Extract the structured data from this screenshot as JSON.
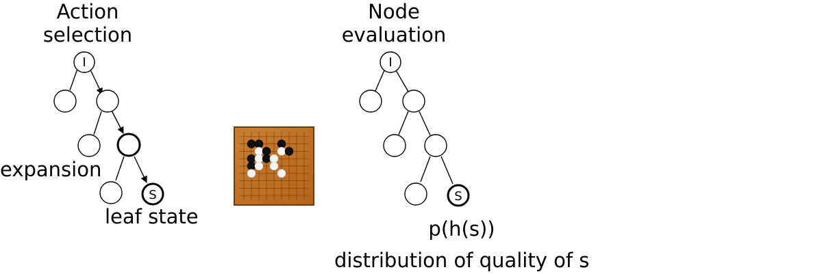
{
  "left_panel": {
    "title_line1": "Action",
    "title_line2": "selection",
    "root_label": "I",
    "leaf_label": "S",
    "expansion_label": "expansion",
    "leaf_state_label": "leaf state"
  },
  "right_panel": {
    "title_line1": "Node",
    "title_line2": "evaluation",
    "root_label": "I",
    "leaf_label": "S",
    "formula_label": "p(h(s))",
    "distribution_label": "distribution of quality of s"
  },
  "board": {
    "grid_size": 9,
    "stones": [
      {
        "color": "black",
        "col": 2,
        "row": 2
      },
      {
        "color": "black",
        "col": 3,
        "row": 2
      },
      {
        "color": "black",
        "col": 6,
        "row": 2
      },
      {
        "color": "white",
        "col": 3,
        "row": 3
      },
      {
        "color": "black",
        "col": 4,
        "row": 3
      },
      {
        "color": "white",
        "col": 6,
        "row": 3
      },
      {
        "color": "black",
        "col": 7,
        "row": 3
      },
      {
        "color": "black",
        "col": 2,
        "row": 4
      },
      {
        "color": "white",
        "col": 3,
        "row": 4
      },
      {
        "color": "black",
        "col": 4,
        "row": 4
      },
      {
        "color": "white",
        "col": 5,
        "row": 4
      },
      {
        "color": "black",
        "col": 2,
        "row": 5
      },
      {
        "color": "white",
        "col": 3,
        "row": 5
      },
      {
        "color": "white",
        "col": 5,
        "row": 5
      },
      {
        "color": "white",
        "col": 2,
        "row": 6
      },
      {
        "color": "white",
        "col": 6,
        "row": 6
      }
    ],
    "colors": {
      "wood_light": "#c77a25",
      "wood_dark": "#b8661a",
      "frame": "#6b3c10",
      "grid": "#7a4412"
    }
  }
}
